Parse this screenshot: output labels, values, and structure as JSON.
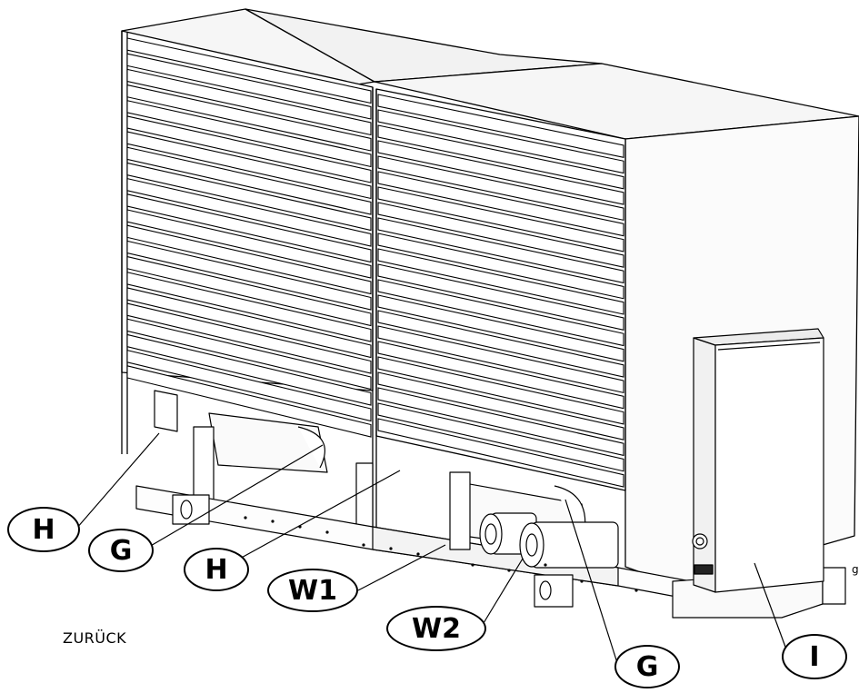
{
  "callouts": {
    "h_left": "H",
    "g_left": "G",
    "h_mid": "H",
    "w1": "W1",
    "w2": "W2",
    "g_right": "G",
    "i": "I"
  },
  "nav": {
    "back_label": "ZURÜCK"
  },
  "stray_text": "g"
}
